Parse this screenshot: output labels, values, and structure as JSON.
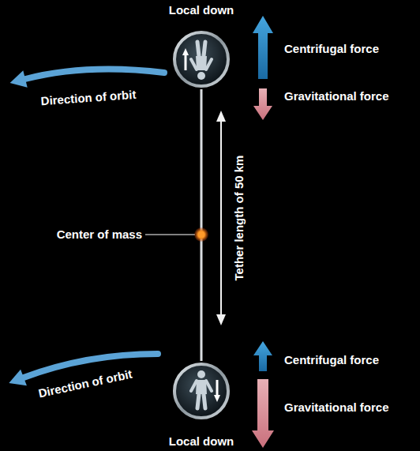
{
  "diagram": {
    "nodes": [
      {
        "text": [
          "Local down"
        ]
      },
      {
        "text": [
          "Local down"
        ]
      }
    ],
    "edges": [
      {
        "from": 0,
        "to": 1,
        "arrow": "none"
      }
    ],
    "labels": [
      "Centrifugal force",
      "Direction of orbit",
      "Gravitational force",
      "Tether length of 50 km",
      "Center of mass",
      "Centrifugal force",
      "Direction of orbit",
      "Gravitational force"
    ]
  }
}
